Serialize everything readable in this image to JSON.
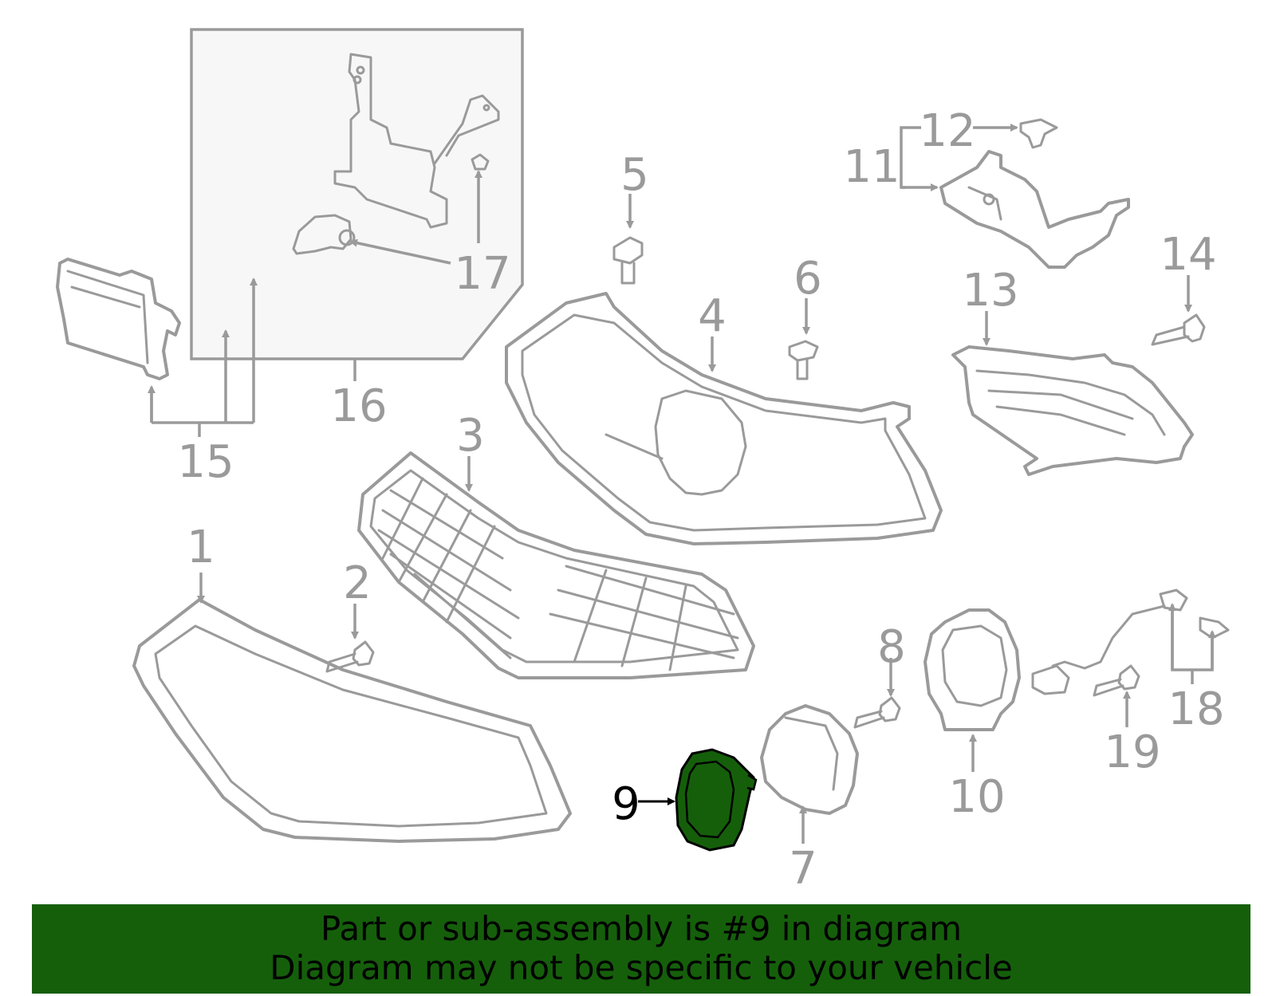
{
  "diagram": {
    "highlight_part": "9",
    "highlight_color": "#155f0b",
    "line_color": "#9a9a9a",
    "callouts": {
      "c1": "1",
      "c2": "2",
      "c3": "3",
      "c4": "4",
      "c5": "5",
      "c6": "6",
      "c7": "7",
      "c8": "8",
      "c9": "9",
      "c10": "10",
      "c11": "11",
      "c12": "12",
      "c13": "13",
      "c14": "14",
      "c15": "15",
      "c16": "16",
      "c17": "17",
      "c18": "18",
      "c19": "19"
    }
  },
  "banner": {
    "line1": "Part or sub-assembly is #9 in diagram",
    "line2": "Diagram may not be specific to your vehicle",
    "background": "#155f0b"
  }
}
